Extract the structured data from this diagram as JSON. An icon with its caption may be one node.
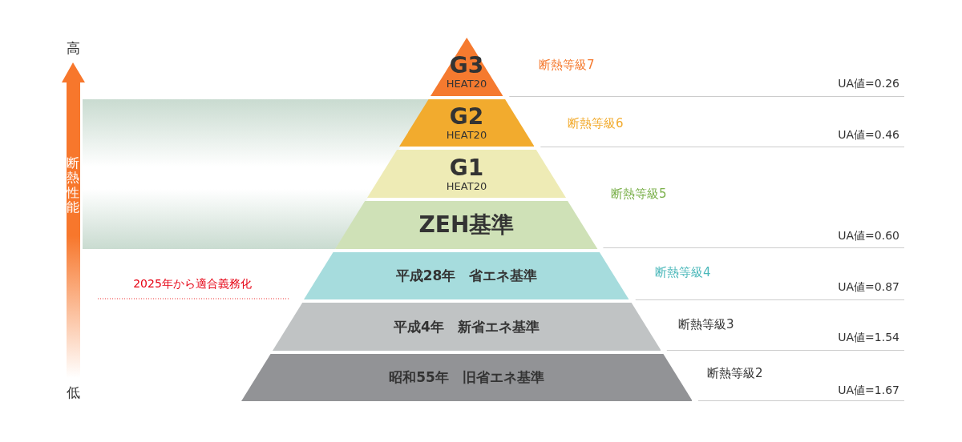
{
  "diagram": {
    "nodes": [
      {
        "text": [
          "G3",
          "HEAT20"
        ]
      },
      {
        "text": [
          "G2",
          "HEAT20"
        ]
      },
      {
        "text": [
          "G1",
          "HEAT20"
        ]
      },
      {
        "text": [
          "ZEH基準"
        ]
      },
      {
        "text": [
          "平成28年　省エネ基準"
        ]
      },
      {
        "text": [
          "平成4年　新省エネ基準"
        ]
      },
      {
        "text": [
          "昭和55年　旧省エネ基準"
        ]
      },
      {
        "text": [],
        "shape": "band"
      }
    ],
    "labels": [
      "高",
      "断熱性能",
      "低",
      "断熱等級7",
      "UA値=0.26",
      "断熱等級6",
      "UA値=0.46",
      "断熱等級5",
      "UA値=0.60",
      "2025年から適合義務化",
      "断熱等級4",
      "UA値=0.87",
      "断熱等級3",
      "UA値=1.54",
      "断熱等級2",
      "UA値=1.67"
    ]
  }
}
